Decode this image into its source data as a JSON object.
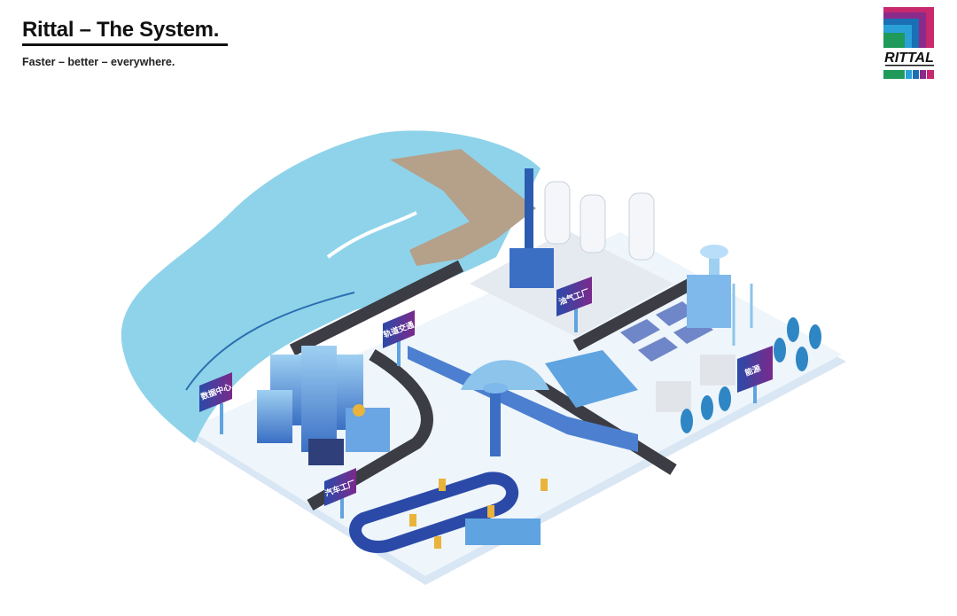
{
  "header": {
    "title": "Rittal – The System.",
    "tagline": "Faster – better – everywhere."
  },
  "logo": {
    "text": "RITTAL",
    "colors": [
      "#c8286e",
      "#8a2b8c",
      "#1a6fb5",
      "#2aa0d8",
      "#1f9a5a"
    ]
  },
  "billboards": {
    "data_center": "数据中心",
    "rail_transit": "轨道交通",
    "oil_gas_plant": "油气工厂",
    "energy": "能源",
    "auto_plant": "汽车工厂"
  },
  "colors": {
    "water": "#8fd3ea",
    "platform": "#eef5fb",
    "road": "#3c3c44",
    "building_blue": "#3a6fc4",
    "billboard_start": "#2b4aa8",
    "billboard_end": "#7a2a8c"
  }
}
